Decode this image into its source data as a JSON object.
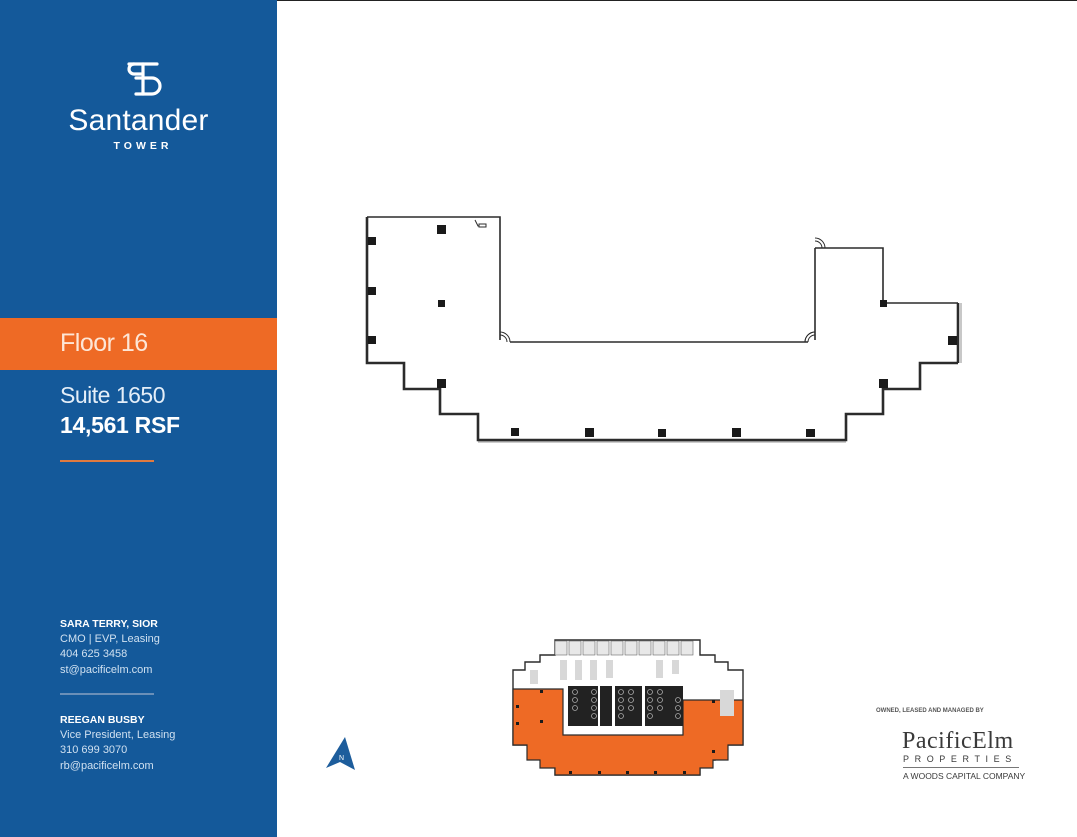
{
  "brand": {
    "name": "Santander",
    "subtitle": "TOWER",
    "logo_icon": "santander-tower-monogram-icon"
  },
  "floor": {
    "label": "Floor 16",
    "suite": "Suite 1650",
    "area": "14,561 RSF"
  },
  "contacts": [
    {
      "name": "SARA TERRY, SIOR",
      "title": "CMO | EVP, Leasing",
      "phone": "404 625 3458",
      "email": "st@pacificelm.com"
    },
    {
      "name": "REEGAN BUSBY",
      "title": "Vice President, Leasing",
      "phone": "310 699 3070",
      "email": "rb@pacificelm.com"
    }
  ],
  "compass": {
    "icon": "north-arrow-icon",
    "label": "N"
  },
  "owner": {
    "caption": "OWNED, LEASED AND MANAGED BY",
    "name_part1": "Pacific",
    "name_part2": "Elm",
    "properties": "PROPERTIES",
    "tagline": "A WOODS CAPITAL COMPANY"
  },
  "colors": {
    "sidebar_blue": "#14599a",
    "accent_orange": "#ee6a25",
    "wall": "#2b2b2b"
  }
}
